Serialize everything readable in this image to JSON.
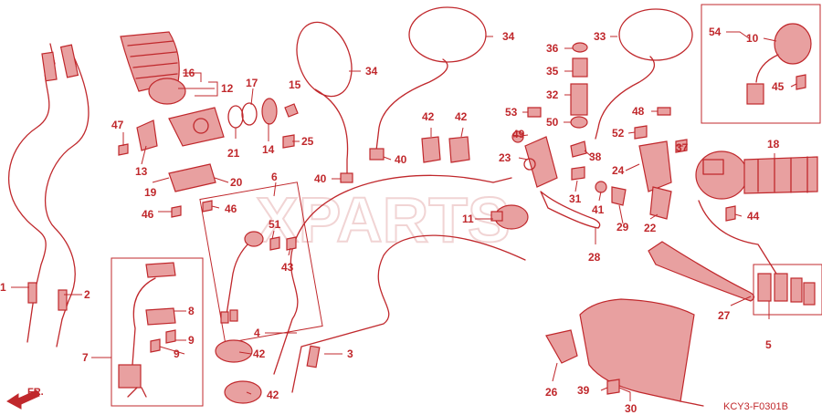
{
  "diagram_code": "KCY3-F0301B",
  "direction_label": "FR.",
  "watermark": "XPARTS",
  "accent_color": "#c0282c",
  "callouts": {
    "c1": "1",
    "c2": "2",
    "c3": "3",
    "c4": "4",
    "c5": "5",
    "c6": "6",
    "c7": "7",
    "c8": "8",
    "c9a": "9",
    "c9b": "9",
    "c10": "10",
    "c11": "11",
    "c12": "12",
    "c13": "13",
    "c14": "14",
    "c15": "15",
    "c16": "16",
    "c17": "17",
    "c18": "18",
    "c19": "19",
    "c20": "20",
    "c21": "21",
    "c22": "22",
    "c23": "23",
    "c24": "24",
    "c25": "25",
    "c26": "26",
    "c27": "27",
    "c28": "28",
    "c29": "29",
    "c30": "30",
    "c31": "31",
    "c32": "32",
    "c33": "33",
    "c34a": "34",
    "c34b": "34",
    "c35": "35",
    "c36": "36",
    "c37": "37",
    "c38": "38",
    "c39": "39",
    "c40a": "40",
    "c40b": "40",
    "c41": "41",
    "c42a": "42",
    "c42b": "42",
    "c42c": "42",
    "c42d": "42",
    "c43": "43",
    "c44": "44",
    "c45": "45",
    "c46a": "46",
    "c46b": "46",
    "c47": "47",
    "c48": "48",
    "c49": "49",
    "c50": "50",
    "c51": "51",
    "c52": "52",
    "c53": "53",
    "c54": "54"
  }
}
